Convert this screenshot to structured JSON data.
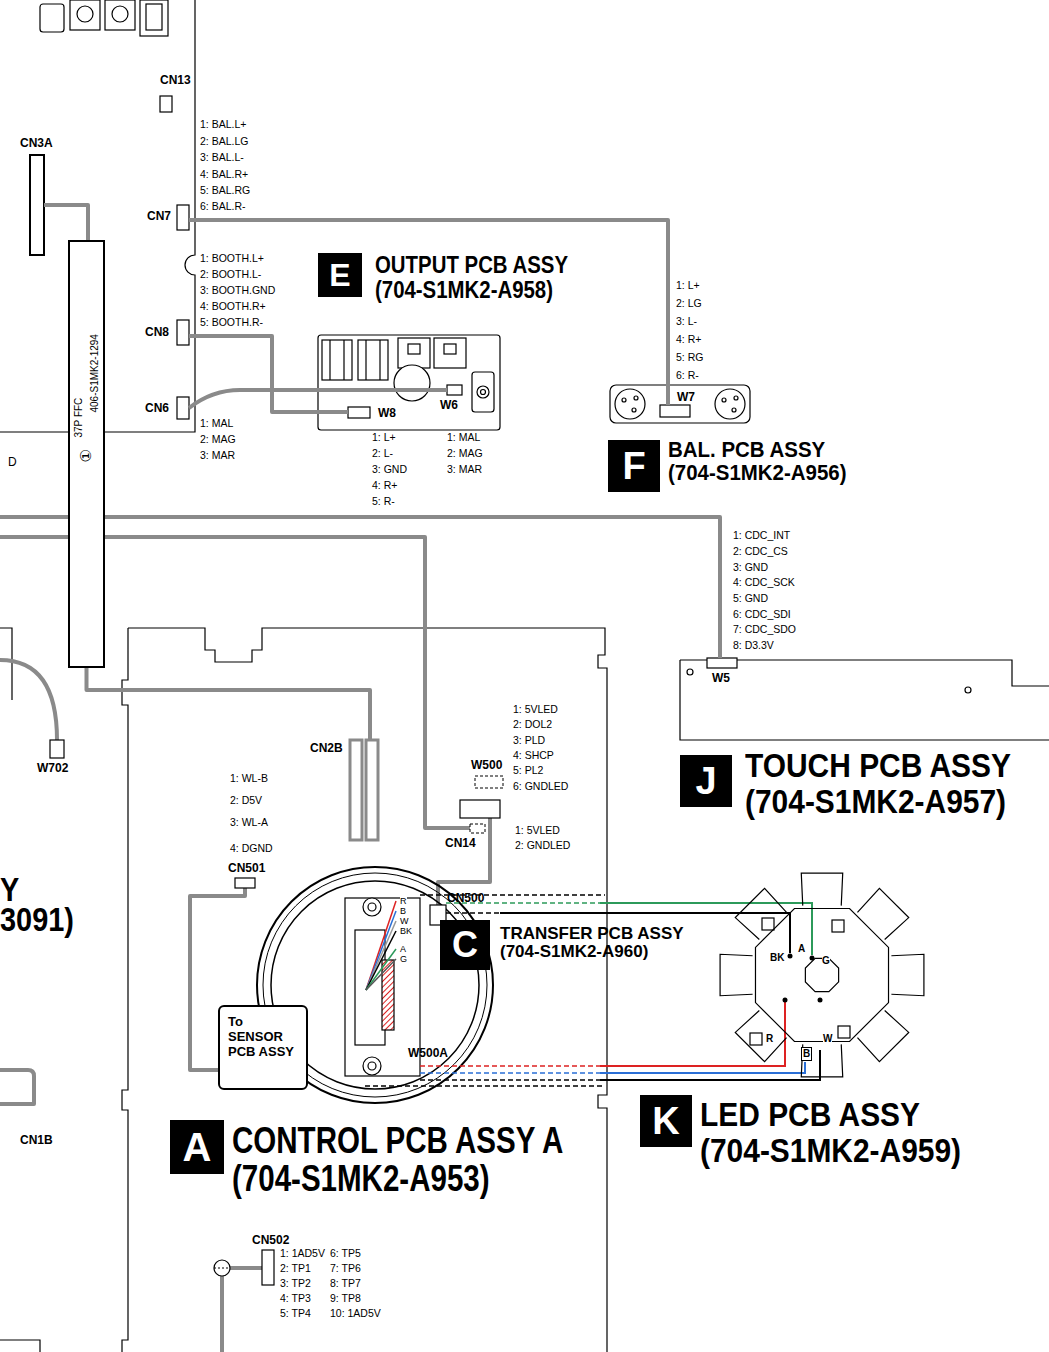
{
  "diagram": {
    "nodes": [
      {
        "text": [
          "37P FFC",
          "①",
          "406-S1MK2-1294"
        ]
      },
      {
        "text": [
          "E",
          "OUTPUT PCB ASSY (704-S1MK2-A958)"
        ]
      },
      {
        "text": [
          "F",
          "BAL. PCB ASSY (704-S1MK2-A956)"
        ]
      },
      {
        "text": [
          "J",
          "TOUCH PCB ASSY (704-S1MK2-A957)"
        ]
      },
      {
        "text": [
          "A",
          "CONTROL PCB ASSY A (704-S1MK2-A953)"
        ]
      },
      {
        "text": [
          "To SENSOR PCB ASSY"
        ],
        "in": 4
      },
      {
        "text": [
          "C",
          "TRANSFER PCB ASSY (704-S1MK2-A960)"
        ],
        "in": 4
      },
      {
        "text": [
          "K",
          "LED PCB ASSY (704-S1MK2-A959)"
        ]
      }
    ],
    "edges": [
      {
        "from": 0,
        "to": 4,
        "arrow": "none"
      },
      {
        "from": 6,
        "to": 7,
        "arrow": "none"
      }
    ],
    "labels": [
      "CN13",
      "CN3A",
      "CN7",
      "CN8",
      "CN6",
      "1: BAL.L+",
      "2: BAL.LG",
      "3: BAL.L-",
      "4: BAL.R+",
      "5: BAL.RG",
      "6: BAL.R-",
      "1: BOOTH.L+",
      "2: BOOTH.L-",
      "3: BOOTH.GND",
      "4: BOOTH.R+",
      "5: BOOTH.R-",
      "1: MAL",
      "2: MAG",
      "3: MAR",
      "W8",
      "W6",
      "1: L+",
      "2: L-",
      "3: GND",
      "4: R+",
      "5: R-",
      "1: MAL",
      "2: MAG",
      "3: MAR",
      "1: L+",
      "2: LG",
      "3: L-",
      "4: R+",
      "5: RG",
      "6: R-",
      "W7",
      "1: CDC_INT",
      "2: CDC_CS",
      "3: GND",
      "4: CDC_SCK",
      "5: GND",
      "6: CDC_SDI",
      "7: CDC_SDO",
      "8: D3.3V",
      "W5",
      "W702",
      "CN2B",
      "W500",
      "1: 5VLED",
      "2: DOL2",
      "3: PLD",
      "4: SHCP",
      "5: PL2",
      "6: GNDLED",
      "CN14",
      "1: 5VLED",
      "2: GNDLED",
      "CN501",
      "1: WL-B",
      "2: D5V",
      "3: WL-A",
      "4: DGND",
      "CN500",
      "W500A",
      "R",
      "B",
      "W",
      "BK",
      "A",
      "G",
      "CN502",
      "1: 1AD5V",
      "2: TP1",
      "3: TP2",
      "4: TP3",
      "5: TP4",
      "6: TP5",
      "7: TP6",
      "8: TP7",
      "9: TP8",
      "10: 1AD5V",
      "CN1B",
      "D",
      "Y",
      "3091)",
      "BK",
      "A",
      "G",
      "R",
      "B",
      "W"
    ]
  }
}
